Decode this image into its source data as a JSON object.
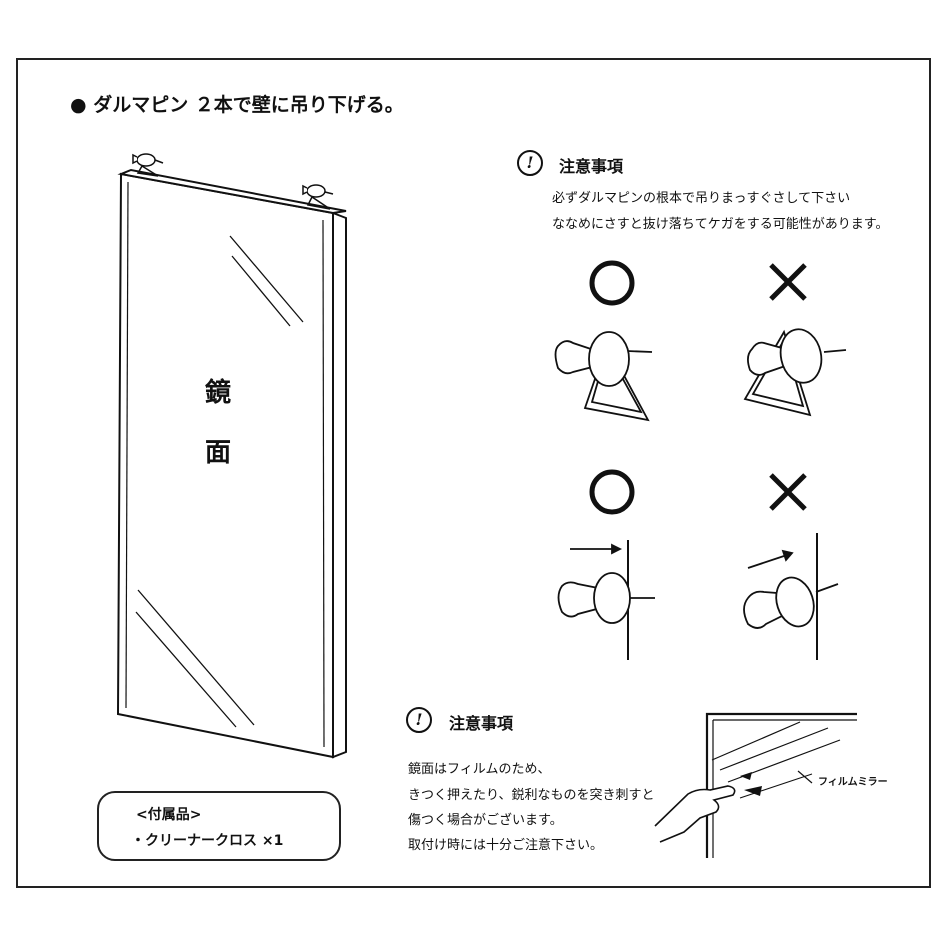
{
  "heading": "● ダルマピン ２本で壁に吊り下げる。",
  "mirror": {
    "label_top": "鏡",
    "label_bottom": "面"
  },
  "notice1": {
    "icon": "exclamation-circle-icon",
    "icon_glyph": "!",
    "title": "注意事項",
    "lines": [
      "必ずダルマピンの根本で吊りまっすぐさして下さい",
      "ななめにさすと抜け落ちてケガをする可能性があります。"
    ]
  },
  "notice2": {
    "icon": "exclamation-circle-icon",
    "icon_glyph": "!",
    "title": "注意事項",
    "lines": [
      "鏡面はフィルムのため、",
      "きつく押えたり、鋭利なものを突き刺すと",
      "傷つく場合がございます。",
      "取付け時には十分ご注意下さい。"
    ]
  },
  "film_label": "フィルムミラー",
  "accessory": {
    "title": "<付属品>",
    "item": "・クリーナークロス ×1"
  },
  "marks": {
    "ok_icon": "circle-ok-icon",
    "ng_icon": "cross-ng-icon"
  }
}
